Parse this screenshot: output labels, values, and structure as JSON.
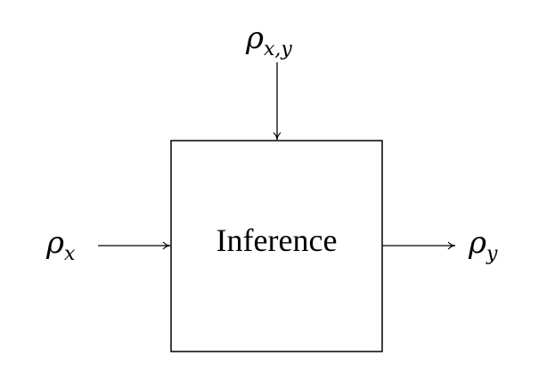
{
  "block": {
    "label": "Inference"
  },
  "signals": {
    "top": {
      "symbol": "ρ",
      "subscript": "x,y"
    },
    "left": {
      "symbol": "ρ",
      "subscript": "x"
    },
    "right": {
      "symbol": "ρ",
      "subscript": "y"
    }
  },
  "colors": {
    "stroke": "#000000",
    "background": "#ffffff"
  }
}
